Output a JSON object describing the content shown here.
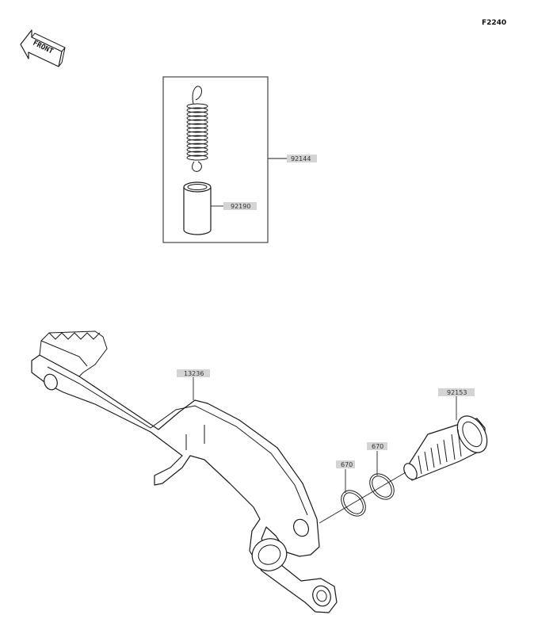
{
  "figure_code": "F2240",
  "front_arrow": {
    "label": "FRONT"
  },
  "parts": [
    {
      "id": "spring_kit",
      "number": "92144"
    },
    {
      "id": "collar",
      "number": "92190"
    },
    {
      "id": "brake_pedal",
      "number": "13236"
    },
    {
      "id": "o_ring_left",
      "number": "670"
    },
    {
      "id": "o_ring_right",
      "number": "670"
    },
    {
      "id": "pivot_shaft",
      "number": "92153"
    }
  ]
}
